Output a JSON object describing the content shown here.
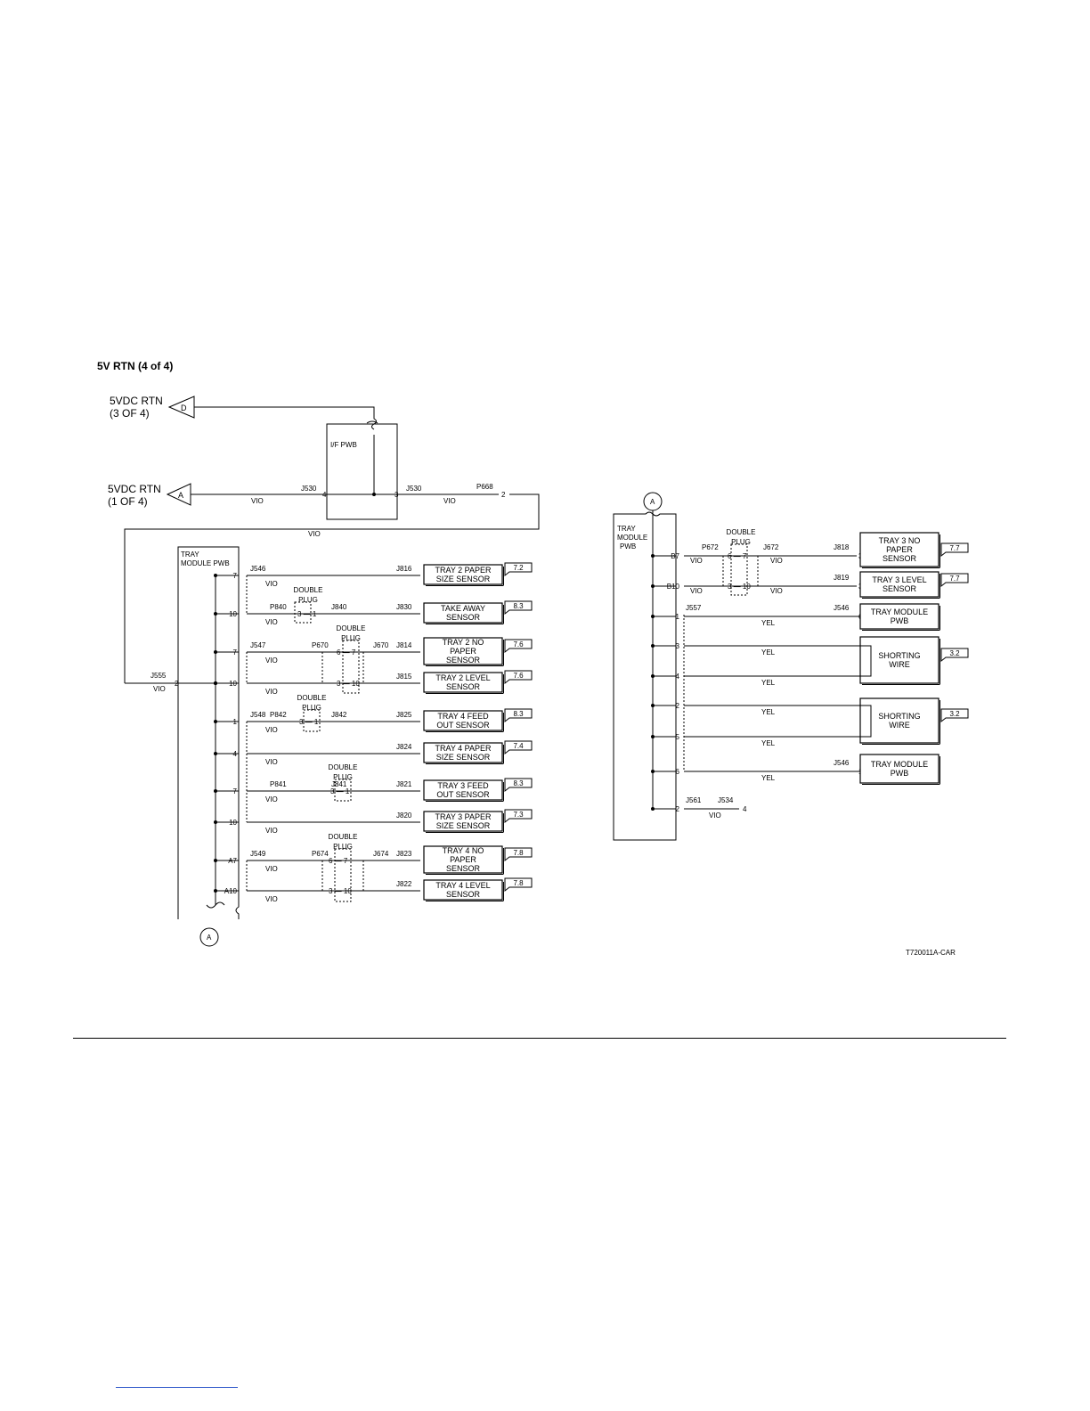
{
  "title": "5V RTN (4 of 4)",
  "figure_id": "T720011A-CAR",
  "offpage": {
    "d": {
      "letter": "D",
      "lines": [
        "5VDC RTN",
        "(3 OF 4)"
      ]
    },
    "a": {
      "letter": "A",
      "lines": [
        "5VDC RTN",
        "(1 OF 4)"
      ]
    }
  },
  "left_connector_letter": "A",
  "right_connector_letter": "A",
  "if_pwb": {
    "label": "I/F PWB",
    "pin_left": "4",
    "pin_right": "3"
  },
  "labels": {
    "J530": "J530",
    "P668": "P668",
    "J555": "J555",
    "VIO": "VIO",
    "YEL": "YEL",
    "pin2": "2",
    "double": "DOUBLE",
    "plug": "PLUG",
    "tray_module_pwb": [
      "TRAY",
      "MODULE PWB"
    ],
    "tray_module_pwb_r": [
      "TRAY",
      "MODULE",
      "PWB"
    ]
  },
  "left_rows": [
    {
      "pin": "7",
      "j1": "J546",
      "j2": "J816",
      "cp": "3",
      "box": [
        "TRAY 2 PAPER",
        "SIZE SENSOR"
      ],
      "ref": "7.2"
    },
    {
      "pin": "10",
      "p": "P840",
      "jm": "J840",
      "j2": "J830",
      "cp": "3",
      "box": [
        "TAKE AWAY",
        "SENSOR"
      ],
      "ref": "8.3",
      "plug": [
        "3",
        "1"
      ]
    },
    {
      "pin": "7",
      "j1": "J547",
      "p": "P670",
      "jm": "J670",
      "j2": "J814",
      "cp": "3",
      "box": [
        "TRAY 2 NO",
        "PAPER",
        "SENSOR"
      ],
      "ref": "7.6",
      "plug": [
        "6",
        "7"
      ]
    },
    {
      "pin": "10",
      "j2": "J815",
      "cp": "3",
      "box": [
        "TRAY 2 LEVEL",
        "SENSOR"
      ],
      "ref": "7.6",
      "plug": [
        "3",
        "10"
      ]
    },
    {
      "pin": "1",
      "j1": "J548",
      "p": "P842",
      "jm": "J842",
      "j2": "J825",
      "cp": "3",
      "box": [
        "TRAY 4 FEED",
        "OUT SENSOR"
      ],
      "ref": "8.3",
      "plug": [
        "3",
        "1"
      ]
    },
    {
      "pin": "4",
      "j2": "J824",
      "cp": "3",
      "box": [
        "TRAY 4 PAPER",
        "SIZE SENSOR"
      ],
      "ref": "7.4"
    },
    {
      "pin": "7",
      "p": "P841",
      "jm": "J841",
      "j2": "J821",
      "cp": "3",
      "box": [
        "TRAY 3 FEED",
        "OUT SENSOR"
      ],
      "ref": "8.3",
      "plug": [
        "3",
        "1"
      ]
    },
    {
      "pin": "10",
      "j2": "J820",
      "cp": "3",
      "box": [
        "TRAY 3 PAPER",
        "SIZE SENSOR"
      ],
      "ref": "7.3"
    },
    {
      "pin": "A7",
      "j1": "J549",
      "p": "P674",
      "jm": "J674",
      "j2": "J823",
      "cp": "3",
      "box": [
        "TRAY 4 NO",
        "PAPER",
        "SENSOR"
      ],
      "ref": "7.8",
      "plug": [
        "6",
        "7"
      ]
    },
    {
      "pin": "A10",
      "j2": "J822",
      "cp": "3",
      "box": [
        "TRAY 4 LEVEL",
        "SENSOR"
      ],
      "ref": "7.8",
      "plug": [
        "3",
        "10"
      ]
    }
  ],
  "right_rows": [
    {
      "pin": "B7",
      "p": "P672",
      "jm": "J672",
      "j2": "J818",
      "cp": "3",
      "box": [
        "TRAY 3 NO",
        "PAPER",
        "SENSOR"
      ],
      "ref": "7.7",
      "plug": [
        "6",
        "7"
      ]
    },
    {
      "pin": "B10",
      "j2": "J819",
      "cp": "3",
      "box": [
        "TRAY 3 LEVEL",
        "SENSOR"
      ],
      "ref": "7.7",
      "plug": [
        "3",
        "10"
      ]
    },
    {
      "pin": "1",
      "j1": "J557",
      "j2": "J546",
      "cp": "6",
      "box": [
        "TRAY MODULE",
        "PWB"
      ]
    },
    {
      "pin": "3"
    },
    {
      "pin": "4",
      "box": [
        "SHORTING",
        "WIRE"
      ],
      "ref": "3.2"
    },
    {
      "pin": "2"
    },
    {
      "pin": "5",
      "box": [
        "SHORTING",
        "WIRE"
      ],
      "ref": "3.2"
    },
    {
      "pin": "6",
      "j2": "J546",
      "cp": "1",
      "box": [
        "TRAY MODULE",
        "PWB"
      ]
    },
    {
      "pin": "2",
      "j1": "J561",
      "jm": "J534",
      "end": "4"
    }
  ]
}
